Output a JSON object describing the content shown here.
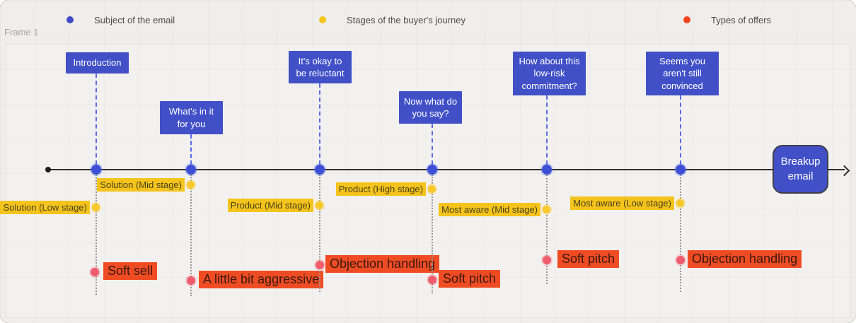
{
  "frame": {
    "label": "Frame 1"
  },
  "legend": {
    "items": [
      {
        "label": "Subject of the email",
        "color": "#4149c6"
      },
      {
        "label": "Stages of the buyer's journey",
        "color": "#f5c41c"
      },
      {
        "label": "Types of offers",
        "color": "#f4421f"
      }
    ]
  },
  "timeline": {
    "nodes": [
      {
        "subject": "Introduction",
        "stage": "Solution (Low stage)",
        "offer": "Soft sell"
      },
      {
        "subject": "What's in it\nfor you",
        "stage": "Solution (Mid stage)",
        "offer": "A little bit aggressive"
      },
      {
        "subject": "It's okay to\nbe reluctant",
        "stage": "Product (Mid stage)",
        "offer": "Objection handling"
      },
      {
        "subject": "Now what do\nyou say?",
        "stage": "Product (High stage)",
        "offer": "Soft pitch"
      },
      {
        "subject": "How about this\nlow-risk\ncommitment?",
        "stage": "Most aware (Mid stage)",
        "offer": "Soft pitch"
      },
      {
        "subject": "Seems you\naren't still\nconvinced",
        "stage": "Most aware (Low stage)",
        "offer": "Objection handling"
      }
    ],
    "end": {
      "label": "Breakup\nemail"
    }
  },
  "colors": {
    "subject_blue": "#4150c7",
    "node_blue": "#3d4fd4",
    "stage_yellow": "#f5c41c",
    "stage_dot_yellow": "#f7c92d",
    "offer_red": "#f04c24",
    "offer_dot_pink": "#ef5d6d",
    "axis_black": "#2d2d2d",
    "canvas_gray": "#efeeec"
  }
}
